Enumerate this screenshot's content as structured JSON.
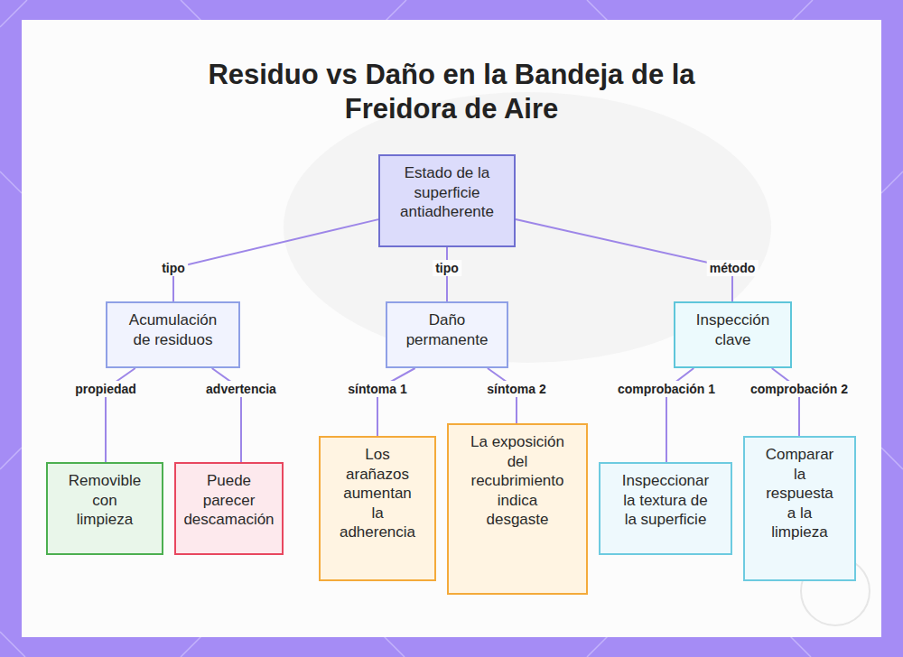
{
  "diagram": {
    "title": "Residuo vs Daño en la Bandeja de la Freidora de Aire",
    "nodes": [
      {
        "text": [
          "Estado de la superficie antiadherente"
        ]
      },
      {
        "text": [
          "Acumulación de residuos"
        ]
      },
      {
        "text": [
          "Daño permanente"
        ]
      },
      {
        "text": [
          "Inspección clave"
        ]
      },
      {
        "text": [
          "Removible con limpieza"
        ]
      },
      {
        "text": [
          "Puede parecer descamación"
        ]
      },
      {
        "text": [
          "Los arañazos aumentan la adherencia"
        ]
      },
      {
        "text": [
          "La exposición del recubrimiento indica desgaste"
        ]
      },
      {
        "text": [
          "Inspeccionar la textura de la superficie"
        ]
      },
      {
        "text": [
          "Comparar la respuesta a la limpieza"
        ]
      }
    ],
    "edges": [
      {
        "from": 0,
        "to": 1,
        "label": "tipo",
        "arrow": "none"
      },
      {
        "from": 0,
        "to": 2,
        "label": "tipo",
        "arrow": "none"
      },
      {
        "from": 0,
        "to": 3,
        "label": "método",
        "arrow": "none"
      },
      {
        "from": 1,
        "to": 4,
        "label": "propiedad",
        "arrow": "none"
      },
      {
        "from": 1,
        "to": 5,
        "label": "advertencia",
        "arrow": "none"
      },
      {
        "from": 2,
        "to": 6,
        "label": "síntoma 1",
        "arrow": "none"
      },
      {
        "from": 2,
        "to": 7,
        "label": "síntoma 2",
        "arrow": "none"
      },
      {
        "from": 3,
        "to": 8,
        "label": "comprobación 1",
        "arrow": "none"
      },
      {
        "from": 3,
        "to": 9,
        "label": "comprobación 2",
        "arrow": "none"
      }
    ]
  }
}
